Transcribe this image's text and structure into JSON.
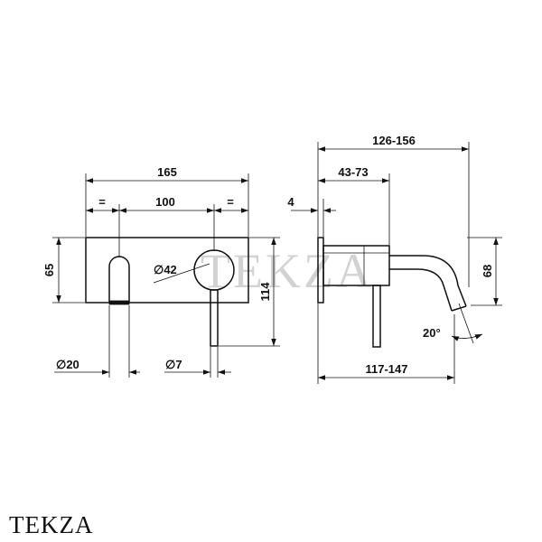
{
  "watermark": "TEKZA",
  "brand": "TEKZA",
  "front_view": {
    "width": "165",
    "centers": "100",
    "equal_left": "=",
    "equal_right": "=",
    "height": "65",
    "lever_height": "114",
    "handle_dia": "∅42",
    "spout_dia": "∅20",
    "lever_dia": "∅7"
  },
  "side_view": {
    "total_depth": "126-156",
    "body_depth": "43-73",
    "plate_thickness": "4",
    "spout_height": "68",
    "spout_reach": "117-147",
    "angle": "20°"
  }
}
